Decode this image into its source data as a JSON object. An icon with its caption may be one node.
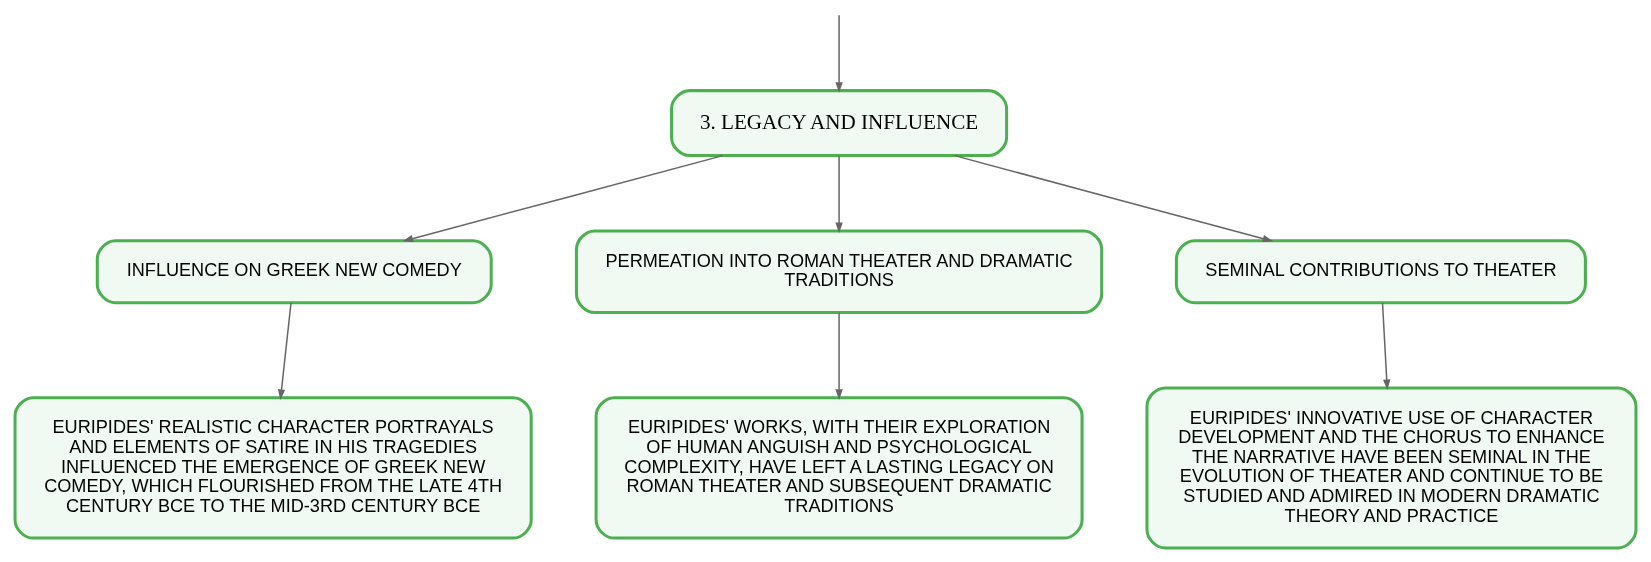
{
  "diagram": {
    "nodes": [
      {
        "text": [
          "3. LEGACY AND INFLUENCE"
        ]
      },
      {
        "text": [
          "INFLUENCE ON GREEK NEW COMEDY"
        ]
      },
      {
        "text": [
          "PERMEATION INTO ROMAN THEATER AND DRAMATIC TRADITIONS"
        ]
      },
      {
        "text": [
          "SEMINAL CONTRIBUTIONS TO THEATER"
        ]
      },
      {
        "text": [
          "EURIPIDES' REALISTIC CHARACTER PORTRAYALS AND ELEMENTS OF SATIRE IN HIS TRAGEDIES INFLUENCED THE EMERGENCE OF GREEK NEW COMEDY, WHICH FLOURISHED FROM THE LATE 4TH CENTURY BCE TO THE MID-3RD CENTURY BCE"
        ]
      },
      {
        "text": [
          "EURIPIDES' WORKS, WITH THEIR EXPLORATION OF HUMAN ANGUISH AND PSYCHOLOGICAL COMPLEXITY, HAVE LEFT A LASTING LEGACY ON ROMAN THEATER AND SUBSEQUENT DRAMATIC TRADITIONS"
        ]
      },
      {
        "text": [
          "EURIPIDES' INNOVATIVE USE OF CHARACTER DEVELOPMENT AND THE CHORUS TO ENHANCE THE NARRATIVE HAVE BEEN SEMINAL IN THE EVOLUTION OF THEATER AND CONTINUE TO BE STUDIED AND ADMIRED IN MODERN DRAMATIC THEORY AND PRACTICE"
        ]
      }
    ],
    "edges": [
      {
        "from": null,
        "to": 0,
        "arrow": "to"
      },
      {
        "from": 0,
        "to": 1,
        "arrow": "to"
      },
      {
        "from": 0,
        "to": 2,
        "arrow": "to"
      },
      {
        "from": 0,
        "to": 3,
        "arrow": "to"
      },
      {
        "from": 1,
        "to": 4,
        "arrow": "to"
      },
      {
        "from": 2,
        "to": 5,
        "arrow": "to"
      },
      {
        "from": 3,
        "to": 6,
        "arrow": "to"
      }
    ]
  }
}
